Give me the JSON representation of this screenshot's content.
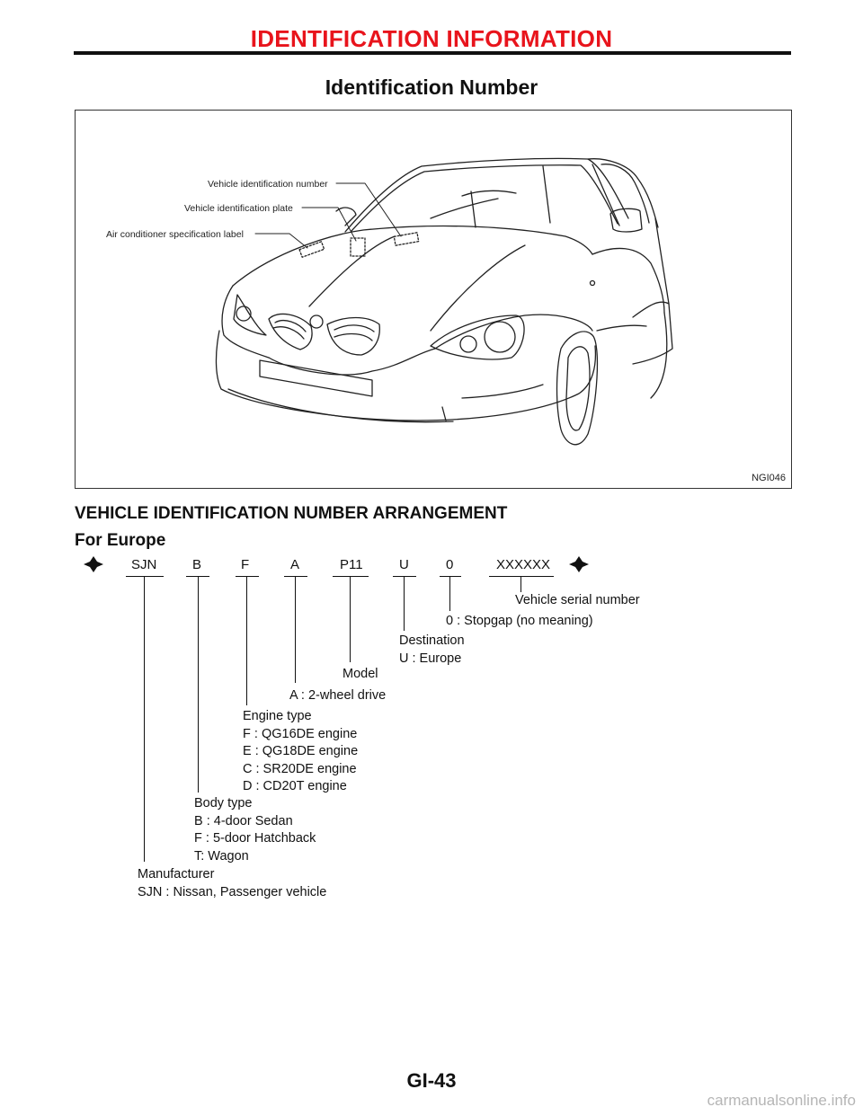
{
  "header": {
    "title": "IDENTIFICATION INFORMATION"
  },
  "page_title": "Identification Number",
  "figure": {
    "callouts": {
      "vin": "Vehicle identification number",
      "plate": "Vehicle identification plate",
      "ac_label": "Air conditioner specification label"
    },
    "code": "NGI046"
  },
  "section_heading": "VEHICLE IDENTIFICATION NUMBER ARRANGEMENT",
  "sub_heading": "For Europe",
  "vin_codes": [
    "SJN",
    "B",
    "F",
    "A",
    "P11",
    "U",
    "0",
    "XXXXXX"
  ],
  "legends": {
    "serial": [
      "Vehicle serial number"
    ],
    "stopgap": [
      "0 : Stopgap (no meaning)"
    ],
    "destination": [
      "Destination",
      "U : Europe"
    ],
    "model": [
      "Model"
    ],
    "drive": [
      "A : 2-wheel drive"
    ],
    "engine": [
      "Engine type",
      "F : QG16DE engine",
      "E : QG18DE engine",
      "C : SR20DE engine",
      "D : CD20T engine"
    ],
    "body": [
      "Body type",
      "B : 4-door Sedan",
      "F : 5-door Hatchback",
      "T: Wagon"
    ],
    "manufacturer": [
      "Manufacturer",
      "SJN : Nissan, Passenger vehicle"
    ]
  },
  "footer": {
    "page_number": "GI-43"
  },
  "watermark": "carmanualsonline.info"
}
